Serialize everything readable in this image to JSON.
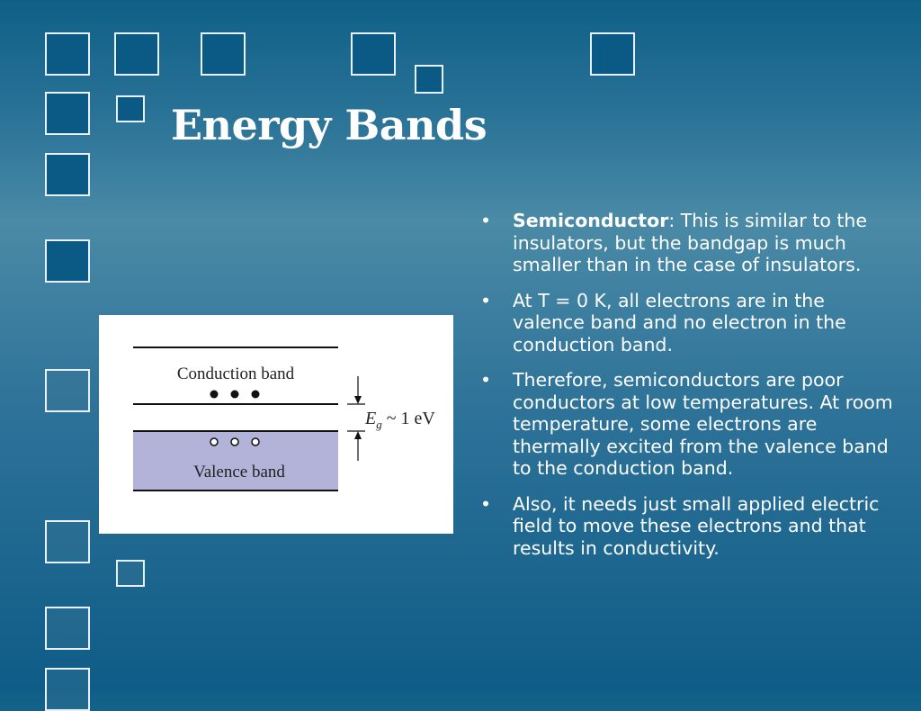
{
  "slide": {
    "title": "Energy Bands"
  },
  "figure": {
    "conduction_label": "Conduction band",
    "valence_label": "Valence band",
    "gap_symbol": "E",
    "gap_subscript": "g",
    "gap_value": " ~ 1 eV"
  },
  "bullets": [
    {
      "bold": "Semiconductor",
      "text": ": This is similar to the insulators, but the bandgap is much smaller than in the case of insulators."
    },
    {
      "text": "At T = 0 K, all electrons are in the valence band and no electron in the conduction band."
    },
    {
      "text": "Therefore, semiconductors are poor conductors at low temperatures. At room temperature, some electrons are thermally excited from the valence band to the conduction band."
    },
    {
      "text": "Also, it needs just small applied electric field to move these electrons and that results in conductivity."
    }
  ],
  "bullet_char": "•",
  "colors": {
    "background_dark": "#0e5c87",
    "valence_fill": "#b3b3d9",
    "square_border": "#e6f0f6"
  }
}
